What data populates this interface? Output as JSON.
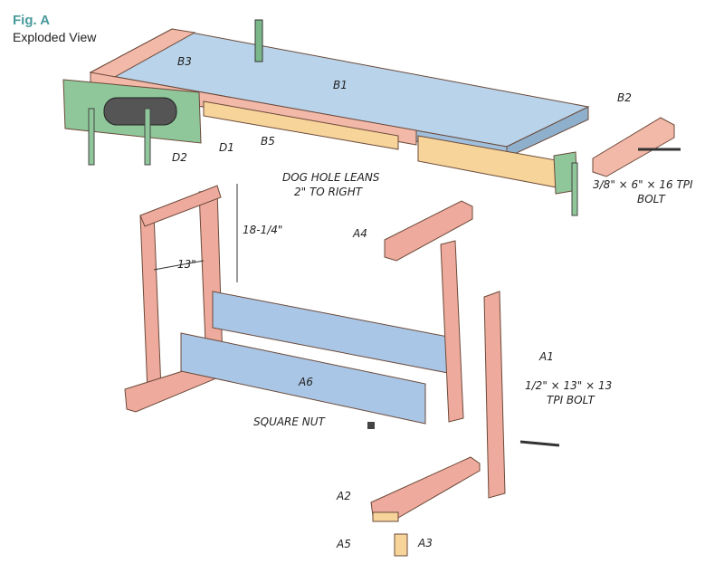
{
  "header": {
    "figure": "Fig. A",
    "subtitle": "Exploded View"
  },
  "labels": {
    "b1": "B1",
    "b2": "B2",
    "b3": "B3",
    "b5": "B5",
    "d1": "D1",
    "d2": "D2",
    "dog_hole_1": "DOG HOLE LEANS",
    "dog_hole_2": "2\" TO RIGHT",
    "bolt_small_1": "3/8\" × 6\" × 16 TPI",
    "bolt_small_2": "BOLT",
    "height_dim": "18-1/4\"",
    "width_dim": "13\"",
    "a1": "A1",
    "a2": "A2",
    "a3": "A3",
    "a4": "A4",
    "a5": "A5",
    "a6": "A6",
    "bolt_large_1": "1/2\" × 13\" × 13",
    "bolt_large_2": "TPI BOLT",
    "square_nut": "SQUARE NUT"
  },
  "colors": {
    "title": "#4a9a9c",
    "top": "#b8d3ea",
    "rail": "#f2b8a8",
    "apron": "#f7d49a",
    "vise": "#8fc79a",
    "stretcher": "#aac6e6",
    "leg": "#eeaa9c"
  }
}
